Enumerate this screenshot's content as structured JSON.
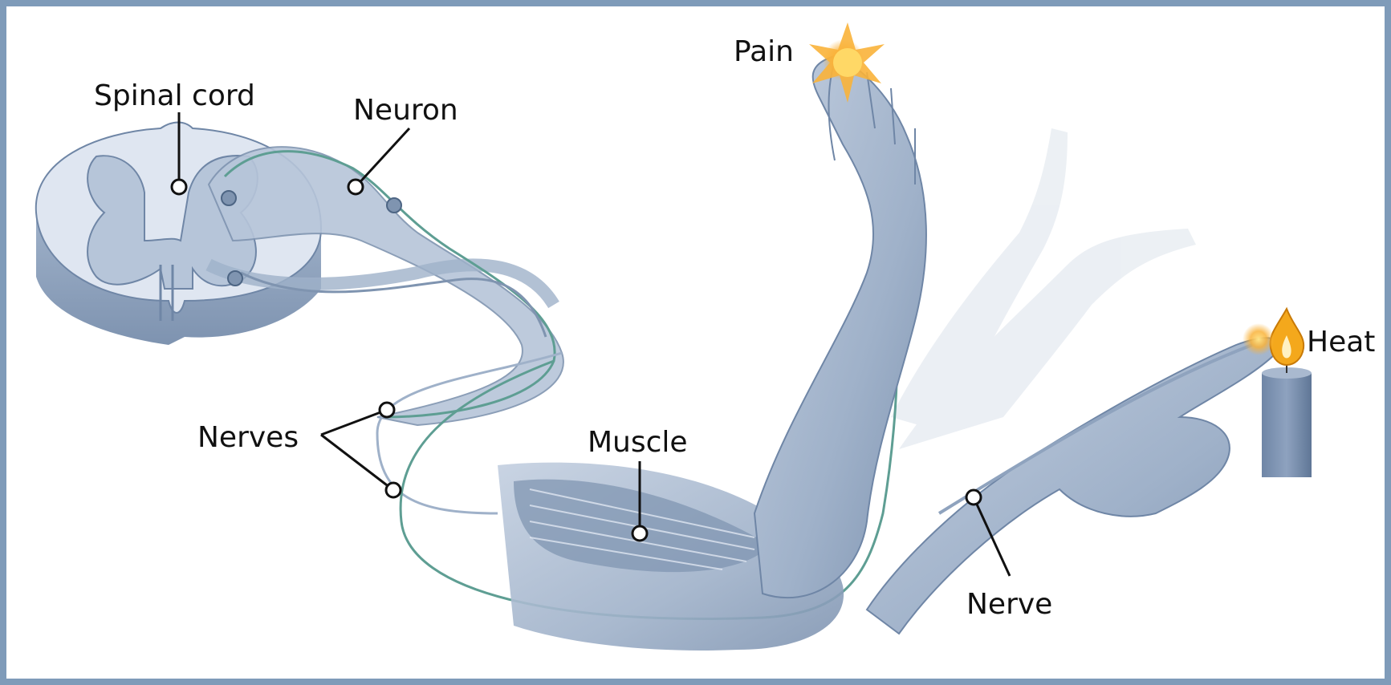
{
  "labels": {
    "spinal_cord": "Spinal cord",
    "neuron": "Neuron",
    "pain": "Pain",
    "heat": "Heat",
    "nerves": "Nerves",
    "muscle": "Muscle",
    "nerve": "Nerve"
  },
  "colors": {
    "frame": "#7f9bb9",
    "tissue_light": "#dfe6f1",
    "tissue_mid": "#a9b9cf",
    "skin_dark": "#7f94b0",
    "nerve_green": "#5e9e93",
    "flame": "#f4a81c"
  }
}
